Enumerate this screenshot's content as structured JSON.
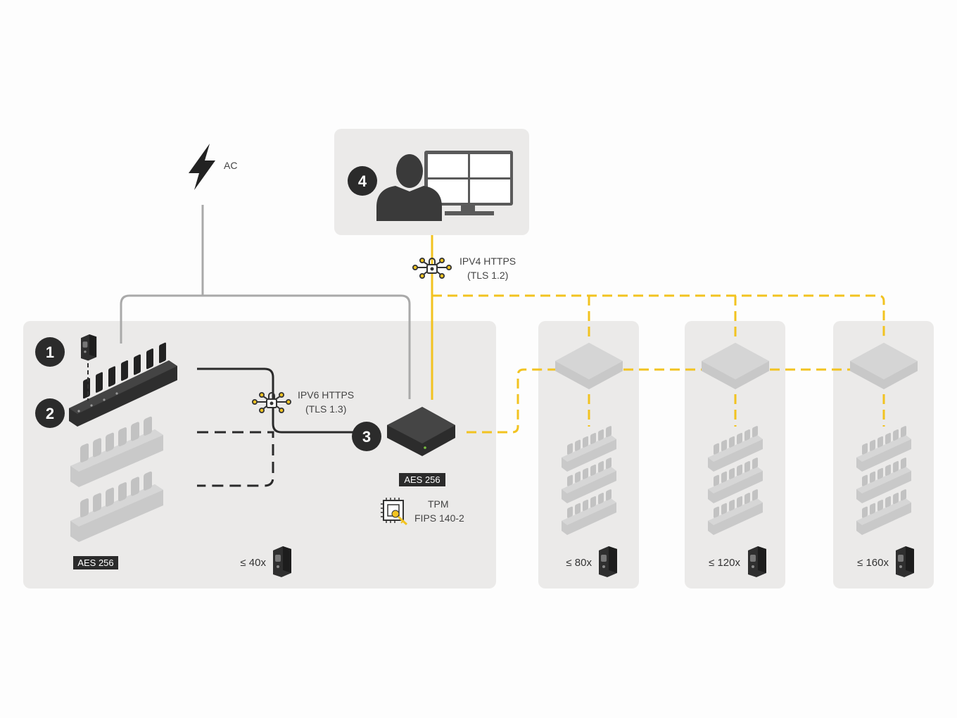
{
  "power": {
    "label": "AC"
  },
  "badges": {
    "one": "1",
    "two": "2",
    "three": "3",
    "four": "4"
  },
  "protocols": {
    "ipv6": {
      "line1": "IPV6 HTTPS",
      "line2": "(TLS 1.3)"
    },
    "ipv4": {
      "line1": "IPV4 HTTPS",
      "line2": "(TLS 1.2)"
    }
  },
  "encryption": {
    "dock_label": "AES 256",
    "controller_label": "AES 256"
  },
  "tpm": {
    "line1": "TPM",
    "line2": "FIPS 140-2"
  },
  "capacity": {
    "main": "≤ 40x",
    "panel1": "≤ 80x",
    "panel2": "≤ 120x",
    "panel3": "≤ 160x"
  },
  "colors": {
    "panel_bg": "#ebeae9",
    "accent_yellow": "#f2c320",
    "wire_gray": "#a9a9a9",
    "dark_device": "#3a3a3a",
    "faded_device": "#c6c6c6",
    "text": "#444444"
  }
}
